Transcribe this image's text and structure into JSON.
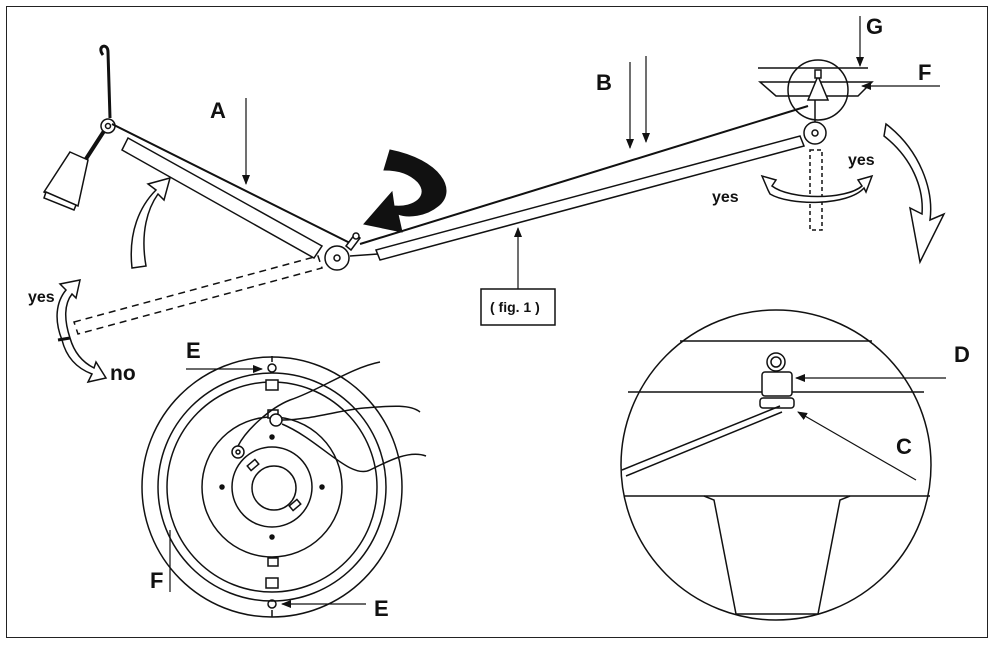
{
  "labels": {
    "A": "A",
    "B": "B",
    "C": "C",
    "D": "D",
    "E_top": "E",
    "E_bottom": "E",
    "F_top": "F",
    "F_bottom": "F",
    "G": "G"
  },
  "motion": {
    "yes_left": "yes",
    "no_left": "no",
    "yes_right_1": "yes",
    "yes_right_2": "yes"
  },
  "caption": "( fig. 1 )"
}
